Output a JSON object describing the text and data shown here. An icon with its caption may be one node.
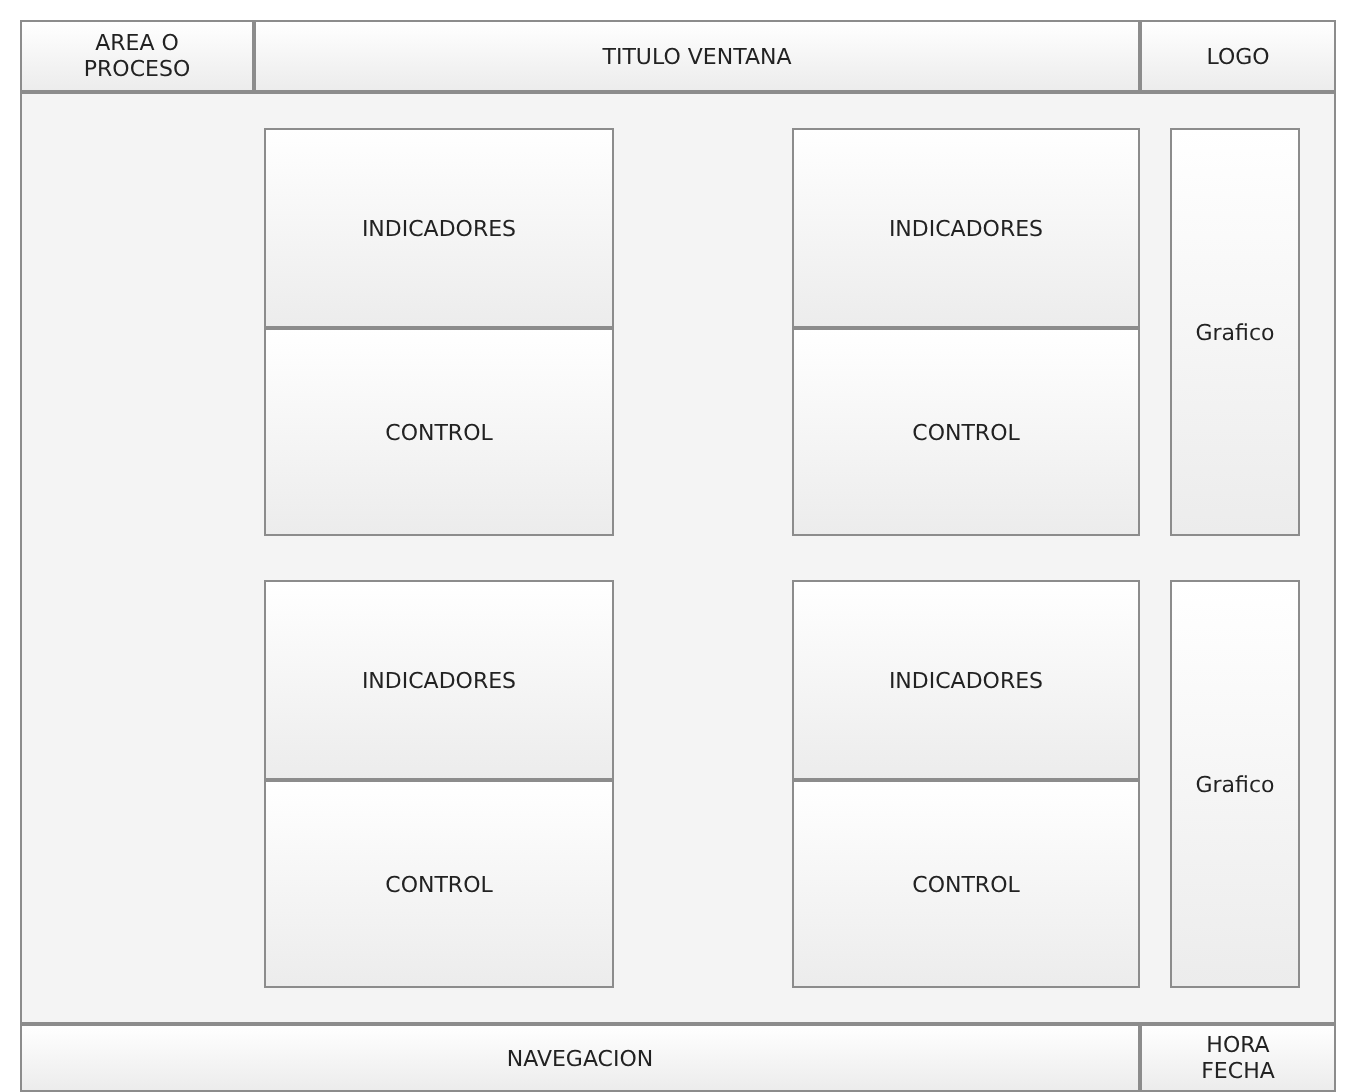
{
  "diagram": {
    "nodes": [
      {
        "text": [
          "AREA O PROCESO"
        ]
      },
      {
        "text": [
          "TITULO VENTANA"
        ]
      },
      {
        "text": [
          "LOGO"
        ]
      },
      {
        "text": [],
        "shape": "box"
      },
      {
        "text": [
          "INDICADORES"
        ],
        "in": 3
      },
      {
        "text": [
          "INDICADORES"
        ],
        "in": 3
      },
      {
        "text": [
          "Grafico"
        ],
        "in": 3
      },
      {
        "text": [
          "CONTROL"
        ],
        "in": 3
      },
      {
        "text": [
          "CONTROL"
        ],
        "in": 3
      },
      {
        "text": [
          "INDICADORES"
        ],
        "in": 3
      },
      {
        "text": [
          "INDICADORES"
        ],
        "in": 3
      },
      {
        "text": [
          "Grafico"
        ],
        "in": 3
      },
      {
        "text": [
          "CONTROL"
        ],
        "in": 3
      },
      {
        "text": [
          "CONTROL"
        ],
        "in": 3
      },
      {
        "text": [
          "NAVEGACION"
        ]
      },
      {
        "text": [
          "HORA FECHA"
        ]
      }
    ]
  }
}
